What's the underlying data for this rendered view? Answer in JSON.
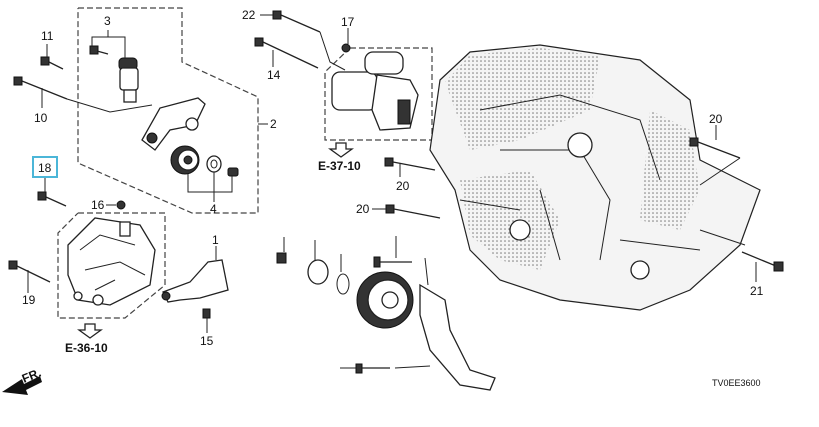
{
  "diagram": {
    "callouts": {
      "c1": "1",
      "c2": "2",
      "c3": "3",
      "c4": "4",
      "c10": "10",
      "c11": "11",
      "c14": "14",
      "c15": "15",
      "c16": "16",
      "c17": "17",
      "c18": "18",
      "c19": "19",
      "c20a": "20",
      "c20b": "20",
      "c20c": "20",
      "c21": "21",
      "c22": "22"
    },
    "selected_callout": "18",
    "references": {
      "starter": "E-37-10",
      "alternator": "E-36-10"
    },
    "front_indicator": "FR.",
    "diagram_code": "TV0EE3600",
    "highlight_color": "#4bb6d8"
  }
}
